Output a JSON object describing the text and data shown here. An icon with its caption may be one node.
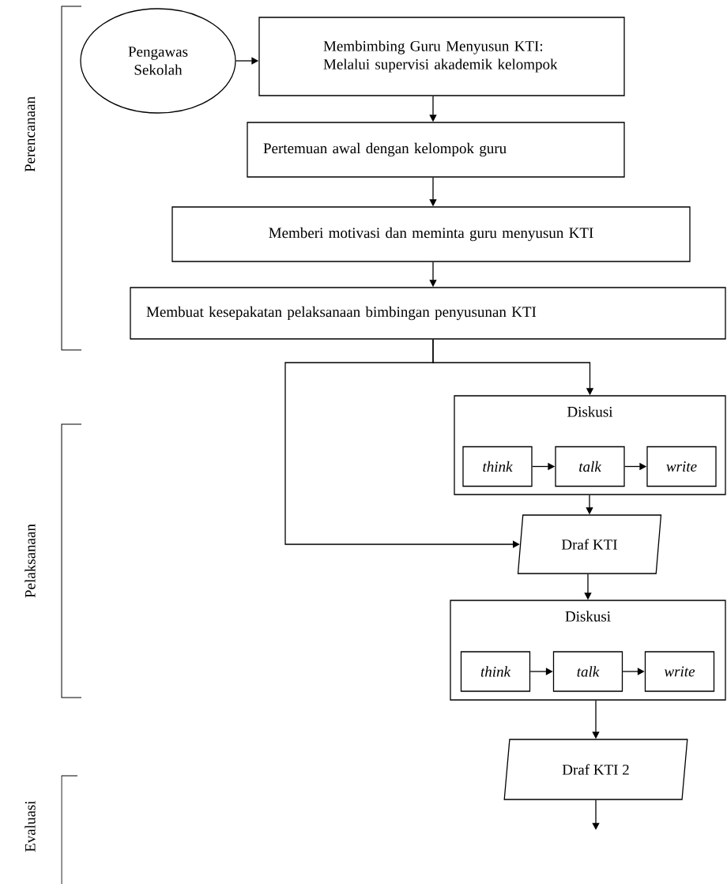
{
  "diagram": {
    "nodes": [
      {
        "text": [
          "Pengawas Sekolah"
        ]
      },
      {
        "text": [
          "Membimbing Guru Menyusun KTI: Melalui supervisi akademik kelompok"
        ]
      },
      {
        "text": [
          "Pertemuan awal dengan kelompok guru"
        ]
      },
      {
        "text": [
          "Memberi motivasi dan meminta guru menyusun KTI"
        ]
      },
      {
        "text": [
          "Membuat kesepakatan pelaksanaan bimbingan penyusunan KTI"
        ]
      },
      {
        "text": [
          "Diskusi"
        ]
      },
      {
        "text": [
          "think"
        ],
        "in": 5
      },
      {
        "text": [
          "talk"
        ],
        "in": 5
      },
      {
        "text": [
          "write"
        ],
        "in": 5
      },
      {
        "text": [
          "Draf KTI"
        ]
      },
      {
        "text": [
          "Diskusi"
        ]
      },
      {
        "text": [
          "think"
        ],
        "in": 10
      },
      {
        "text": [
          "talk"
        ],
        "in": 10
      },
      {
        "text": [
          "write"
        ],
        "in": 10
      },
      {
        "text": [
          "Draf KTI 2"
        ]
      }
    ],
    "edges": [
      {
        "from": 0,
        "to": 1,
        "arrow": "to"
      },
      {
        "from": 1,
        "to": 2,
        "arrow": "to"
      },
      {
        "from": 2,
        "to": 3,
        "arrow": "to"
      },
      {
        "from": 3,
        "to": 4,
        "arrow": "to"
      },
      {
        "from": 4,
        "to": 5,
        "arrow": "to"
      },
      {
        "from": 4,
        "to": 9,
        "arrow": "to"
      },
      {
        "from": 6,
        "to": 7,
        "arrow": "to"
      },
      {
        "from": 7,
        "to": 8,
        "arrow": "to"
      },
      {
        "from": 5,
        "to": 9,
        "arrow": "to"
      },
      {
        "from": 9,
        "to": 10,
        "arrow": "to"
      },
      {
        "from": 11,
        "to": 12,
        "arrow": "to"
      },
      {
        "from": 12,
        "to": 13,
        "arrow": "to"
      },
      {
        "from": 10,
        "to": 14,
        "arrow": "to"
      },
      {
        "from": 14,
        "to": null,
        "arrow": "to"
      }
    ],
    "labels": [
      "Perencanaan",
      "Pelaksanaan",
      "Evaluasi"
    ]
  }
}
